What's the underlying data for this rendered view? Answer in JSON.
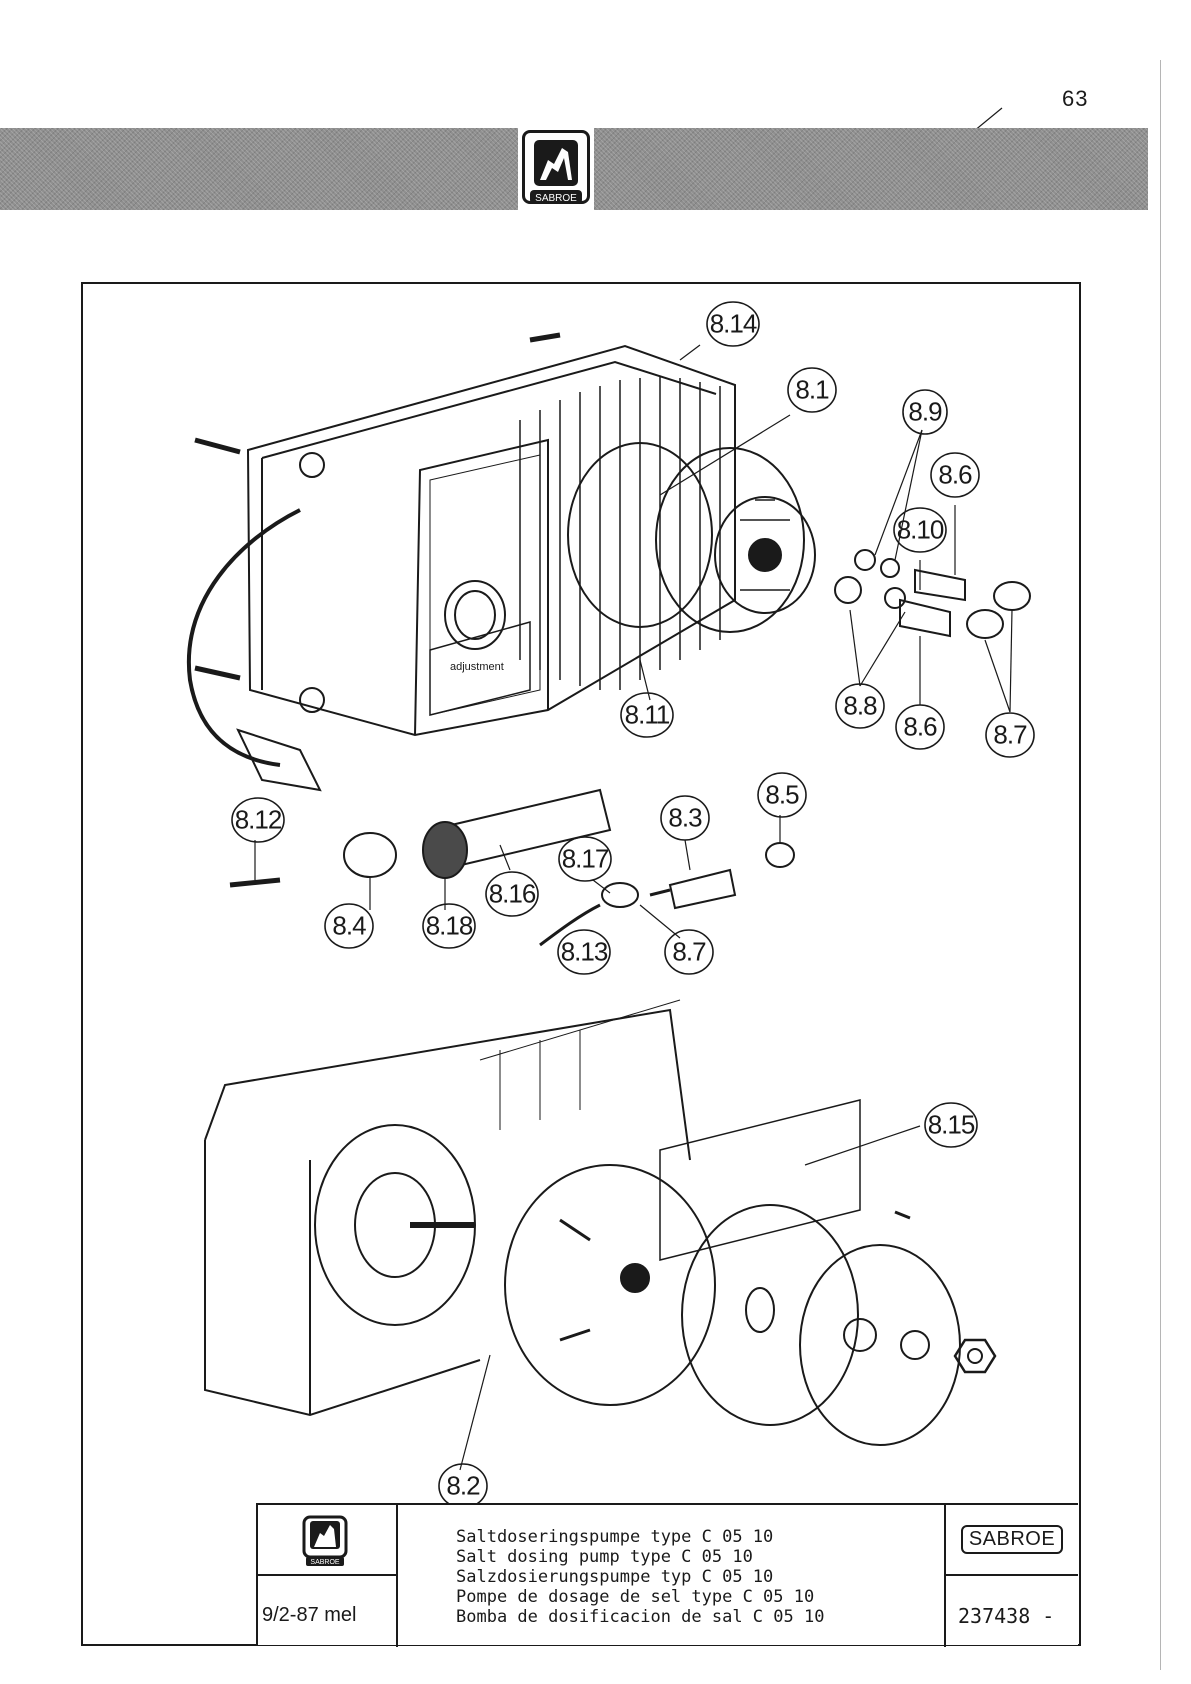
{
  "page": {
    "number": "63"
  },
  "header": {
    "band_code": "",
    "logo_label": "SABROE"
  },
  "callouts": [
    {
      "id": "8-14",
      "label": "8.14"
    },
    {
      "id": "8-1",
      "label": "8.1"
    },
    {
      "id": "8-9",
      "label": "8.9"
    },
    {
      "id": "8-6-top",
      "label": "8.6"
    },
    {
      "id": "8-10",
      "label": "8.10"
    },
    {
      "id": "8-11",
      "label": "8.11"
    },
    {
      "id": "8-8",
      "label": "8.8"
    },
    {
      "id": "8-6-bottom",
      "label": "8.6"
    },
    {
      "id": "8-7-top",
      "label": "8.7"
    },
    {
      "id": "8-12",
      "label": "8.12"
    },
    {
      "id": "8-5",
      "label": "8.5"
    },
    {
      "id": "8-3",
      "label": "8.3"
    },
    {
      "id": "8-17",
      "label": "8.17"
    },
    {
      "id": "8-16",
      "label": "8.16"
    },
    {
      "id": "8-4",
      "label": "8.4"
    },
    {
      "id": "8-18",
      "label": "8.18"
    },
    {
      "id": "8-13",
      "label": "8.13"
    },
    {
      "id": "8-7-bottom",
      "label": "8.7"
    },
    {
      "id": "8-15",
      "label": "8.15"
    },
    {
      "id": "8-2",
      "label": "8.2"
    }
  ],
  "drawing_text": {
    "panel_label": "adjustment"
  },
  "title_block": {
    "logo_label": "SABROE",
    "date": "9/2-87 mel",
    "description_lines": [
      "Saltdoseringspumpe type C 05 10",
      "Salt dosing pump type C 05 10",
      "Salzdosierungspumpe typ C 05 10",
      "Pompe de dosage de sel type C 05 10",
      "Bomba de dosificacion de sal C 05 10"
    ],
    "brand": "SABROE",
    "drawing_number": "237438 -"
  }
}
